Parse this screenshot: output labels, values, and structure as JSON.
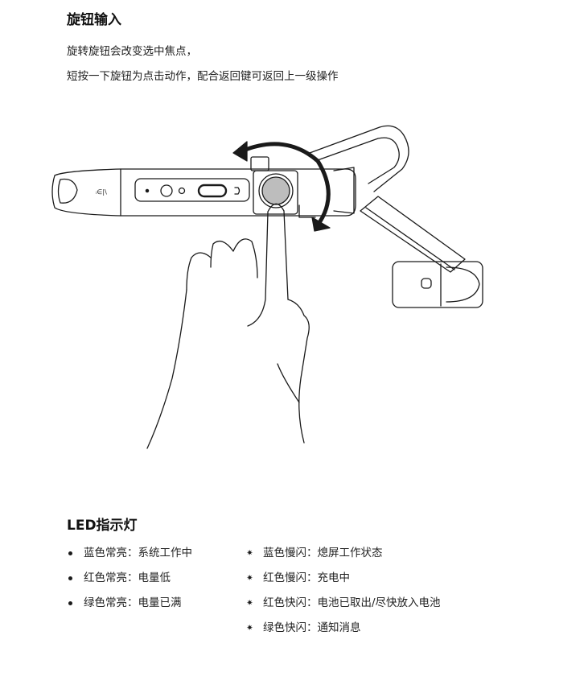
{
  "knob_section": {
    "title": "旋钮输入",
    "line1": "旋转旋钮会改变选中焦点，",
    "line2": "短按一下旋钮为点击动作，配合返回键可返回上一级操作"
  },
  "led_section": {
    "title": "LED指示灯",
    "steady_items": [
      {
        "text": "蓝色常亮：系统工作中"
      },
      {
        "text": "红色常亮：电量低"
      },
      {
        "text": "绿色常亮：电量已满"
      }
    ],
    "flash_items": [
      {
        "text": "蓝色慢闪：熄屏工作状态"
      },
      {
        "text": "红色慢闪：充电中"
      },
      {
        "text": "红色快闪：电池已取出/尽快放入电池"
      },
      {
        "text": "绿色快闪：通知消息"
      }
    ]
  },
  "icons": {
    "steady_bullet": "filled-dot",
    "flash_bullet": "flash-burst-icon"
  },
  "colors": {
    "text": "#222222",
    "line_art": "#1a1a1a",
    "background": "#ffffff"
  }
}
